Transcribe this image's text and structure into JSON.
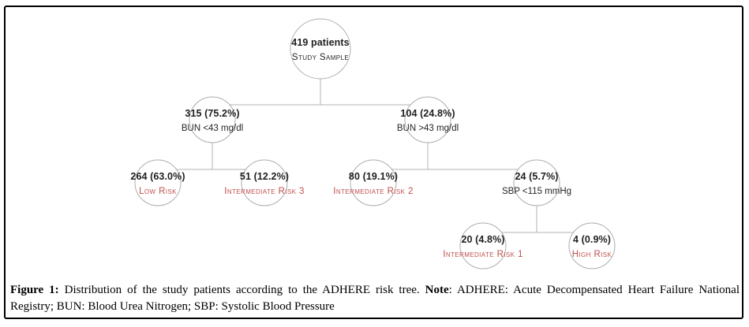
{
  "figure": {
    "tree": {
      "nodes": [
        {
          "id": "study-sample",
          "count": "419 patients",
          "label": "Study Sample"
        },
        {
          "id": "bun-low",
          "count": "315 (75.2%)",
          "label": "BUN <43 mg/dl"
        },
        {
          "id": "bun-high",
          "count": "104 (24.8%)",
          "label": "BUN >43 mg/dl"
        },
        {
          "id": "low-risk",
          "count": "264 (63.0%)",
          "label": "Low Risk"
        },
        {
          "id": "intermediate-risk-3",
          "count": "51 (12.2%)",
          "label": "Intermediate Risk 3"
        },
        {
          "id": "intermediate-risk-2",
          "count": "80 (19.1%)",
          "label": "Intermediate Risk 2"
        },
        {
          "id": "sbp-low",
          "count": "24 (5.7%)",
          "label": "SBP <115 mmHg"
        },
        {
          "id": "intermediate-risk-1",
          "count": "20 (4.8%)",
          "label": "Intermediate Risk 1"
        },
        {
          "id": "high-risk",
          "count": "4 (0.9%)",
          "label": "High Risk"
        }
      ]
    },
    "caption": {
      "figure_label": "Figure 1:",
      "line1_text": "Distribution of the study patients according to the ADHERE risk tree.",
      "note_label": "Note",
      "line1_note_text": ": ADHERE: Acute Decompensated Heart Failure National",
      "line2_text": "Registry; BUN: Blood Urea Nitrogen; SBP: Systolic Blood Pressure"
    },
    "colors": {
      "risk_label_red": "#c0504d",
      "node_number_black": "#1f1f1f",
      "connector_gray": "#b3b3b3",
      "circle_stroke_gray": "#adadad",
      "border_black": "#000000"
    }
  }
}
